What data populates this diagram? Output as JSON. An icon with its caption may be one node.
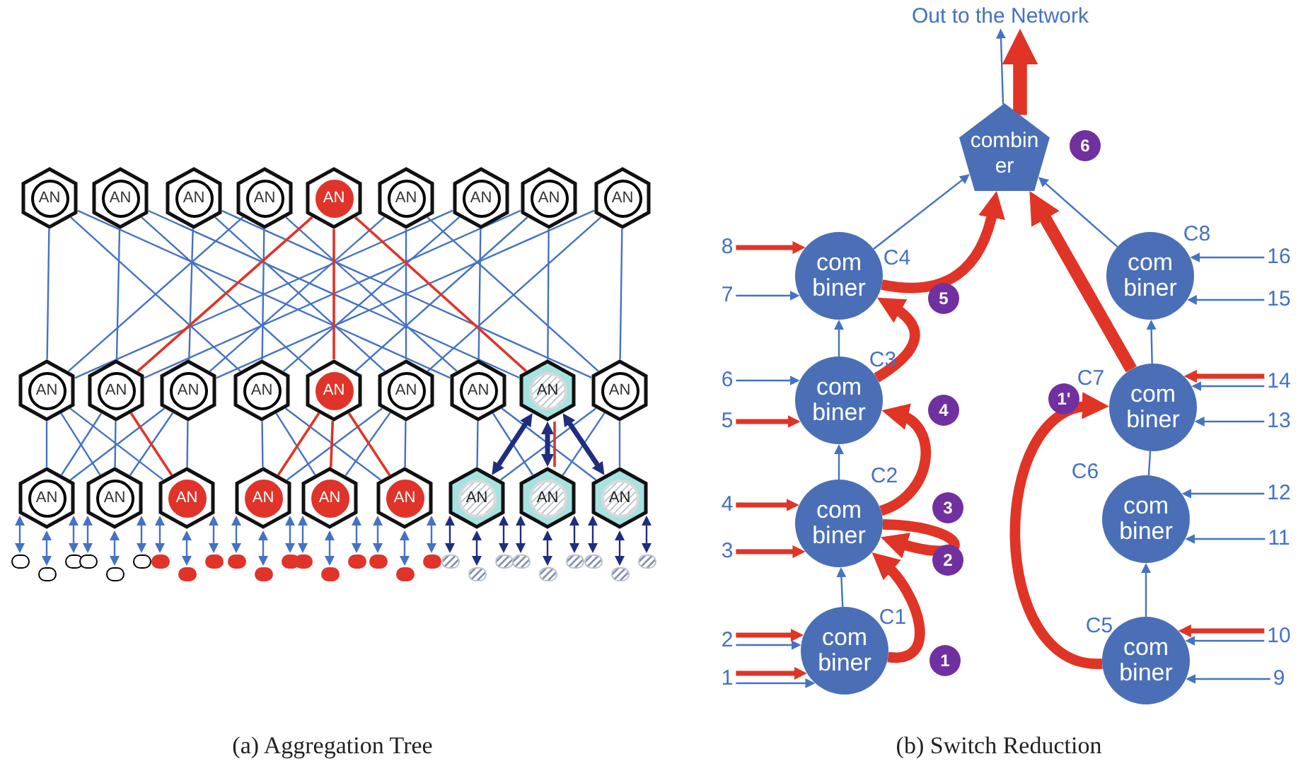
{
  "diagram": {
    "nodes": [
      {
        "text": [
          "AN"
        ]
      },
      {
        "text": [
          "AN"
        ]
      },
      {
        "text": [
          "AN"
        ]
      },
      {
        "text": [
          "AN"
        ]
      },
      {
        "text": [
          "AN"
        ]
      },
      {
        "text": [
          "AN"
        ]
      },
      {
        "text": [
          "AN"
        ]
      },
      {
        "text": [
          "AN"
        ]
      },
      {
        "text": [
          "AN"
        ]
      },
      {
        "text": [
          "AN"
        ]
      },
      {
        "text": [
          "AN"
        ]
      },
      {
        "text": [
          "AN"
        ]
      },
      {
        "text": [
          "AN"
        ]
      },
      {
        "text": [
          "AN"
        ]
      },
      {
        "text": [
          "AN"
        ]
      },
      {
        "text": [
          "AN"
        ]
      },
      {
        "text": [
          "AN"
        ]
      },
      {
        "text": [
          "AN"
        ]
      },
      {
        "text": [
          "AN"
        ]
      },
      {
        "text": [
          "AN"
        ]
      },
      {
        "text": [
          "AN"
        ]
      },
      {
        "text": [
          "AN"
        ]
      },
      {
        "text": [
          "AN"
        ]
      },
      {
        "text": [
          "AN"
        ]
      },
      {
        "text": [
          "AN"
        ]
      },
      {
        "text": [
          "AN"
        ]
      },
      {
        "text": [
          "AN"
        ]
      },
      {
        "text": [],
        "shape": "circle"
      },
      {
        "text": [],
        "shape": "circle"
      },
      {
        "text": [],
        "shape": "circle"
      },
      {
        "text": [],
        "shape": "circle"
      },
      {
        "text": [],
        "shape": "circle"
      },
      {
        "text": [],
        "shape": "circle"
      },
      {
        "text": [],
        "shape": "circle"
      },
      {
        "text": [],
        "shape": "circle"
      },
      {
        "text": [],
        "shape": "circle"
      },
      {
        "text": [],
        "shape": "circle"
      },
      {
        "text": [],
        "shape": "circle"
      },
      {
        "text": [],
        "shape": "circle"
      },
      {
        "text": [],
        "shape": "circle"
      },
      {
        "text": [],
        "shape": "circle"
      },
      {
        "text": [],
        "shape": "circle"
      },
      {
        "text": [],
        "shape": "circle"
      },
      {
        "text": [],
        "shape": "circle"
      },
      {
        "text": [],
        "shape": "circle"
      },
      {
        "text": [],
        "shape": "circle"
      },
      {
        "text": [],
        "shape": "circle"
      },
      {
        "text": [],
        "shape": "circle"
      },
      {
        "text": [],
        "shape": "circle"
      },
      {
        "text": [],
        "shape": "circle"
      },
      {
        "text": [],
        "shape": "circle"
      },
      {
        "text": [],
        "shape": "circle"
      },
      {
        "text": [],
        "shape": "circle"
      },
      {
        "text": [],
        "shape": "circle"
      },
      {
        "text": [
          "Out to the Network"
        ]
      },
      {
        "text": [
          "combin er"
        ]
      },
      {
        "text": [
          "com biner"
        ],
        "beside": [
          "C1"
        ]
      },
      {
        "text": [
          "com biner"
        ],
        "beside": [
          "C2"
        ]
      },
      {
        "text": [
          "com biner"
        ],
        "beside": [
          "C3"
        ]
      },
      {
        "text": [
          "com biner"
        ],
        "beside": [
          "C4"
        ]
      },
      {
        "text": [
          "com biner"
        ],
        "beside": [
          "C5"
        ]
      },
      {
        "text": [
          "com biner"
        ],
        "beside": [
          "C6"
        ]
      },
      {
        "text": [
          "com biner"
        ],
        "beside": [
          "C7"
        ]
      },
      {
        "text": [
          "com biner"
        ],
        "beside": [
          "C8"
        ]
      },
      {
        "text": [
          "1"
        ]
      },
      {
        "text": [
          "2"
        ]
      },
      {
        "text": [
          "3"
        ]
      },
      {
        "text": [
          "4"
        ]
      },
      {
        "text": [
          "5"
        ]
      },
      {
        "text": [
          "6"
        ]
      },
      {
        "text": [
          "7"
        ]
      },
      {
        "text": [
          "8"
        ]
      },
      {
        "text": [
          "9"
        ]
      },
      {
        "text": [
          "10"
        ]
      },
      {
        "text": [
          "11"
        ]
      },
      {
        "text": [
          "12"
        ]
      },
      {
        "text": [
          "13"
        ]
      },
      {
        "text": [
          "14"
        ]
      },
      {
        "text": [
          "15"
        ]
      },
      {
        "text": [
          "16"
        ]
      }
    ],
    "edges": [
      {
        "from": 0,
        "to": 9,
        "arrow": "none"
      },
      {
        "from": 0,
        "to": 12,
        "arrow": "none"
      },
      {
        "from": 0,
        "to": 15,
        "arrow": "none"
      },
      {
        "from": 1,
        "to": 10,
        "arrow": "none"
      },
      {
        "from": 1,
        "to": 13,
        "arrow": "none"
      },
      {
        "from": 1,
        "to": 16,
        "arrow": "none"
      },
      {
        "from": 2,
        "to": 11,
        "arrow": "none"
      },
      {
        "from": 2,
        "to": 14,
        "arrow": "none"
      },
      {
        "from": 2,
        "to": 17,
        "arrow": "none"
      },
      {
        "from": 3,
        "to": 9,
        "arrow": "none"
      },
      {
        "from": 3,
        "to": 12,
        "arrow": "none"
      },
      {
        "from": 3,
        "to": 15,
        "arrow": "none"
      },
      {
        "from": 4,
        "to": 10,
        "arrow": "none",
        "color": "#e03426"
      },
      {
        "from": 4,
        "to": 13,
        "arrow": "none",
        "color": "#e03426"
      },
      {
        "from": 4,
        "to": 16,
        "arrow": "none",
        "color": "#e03426"
      },
      {
        "from": 5,
        "to": 11,
        "arrow": "none"
      },
      {
        "from": 5,
        "to": 14,
        "arrow": "none"
      },
      {
        "from": 5,
        "to": 17,
        "arrow": "none"
      },
      {
        "from": 6,
        "to": 9,
        "arrow": "none"
      },
      {
        "from": 6,
        "to": 12,
        "arrow": "none"
      },
      {
        "from": 6,
        "to": 15,
        "arrow": "none"
      },
      {
        "from": 7,
        "to": 10,
        "arrow": "none"
      },
      {
        "from": 7,
        "to": 13,
        "arrow": "none"
      },
      {
        "from": 7,
        "to": 16,
        "arrow": "none"
      },
      {
        "from": 8,
        "to": 11,
        "arrow": "none"
      },
      {
        "from": 8,
        "to": 14,
        "arrow": "none"
      },
      {
        "from": 8,
        "to": 17,
        "arrow": "none"
      },
      {
        "from": 9,
        "to": 18,
        "arrow": "none"
      },
      {
        "from": 9,
        "to": 19,
        "arrow": "none"
      },
      {
        "from": 9,
        "to": 20,
        "arrow": "none"
      },
      {
        "from": 10,
        "to": 18,
        "arrow": "none"
      },
      {
        "from": 10,
        "to": 19,
        "arrow": "none"
      },
      {
        "from": 10,
        "to": 20,
        "arrow": "none",
        "color": "#e03426"
      },
      {
        "from": 11,
        "to": 18,
        "arrow": "none"
      },
      {
        "from": 11,
        "to": 19,
        "arrow": "none"
      },
      {
        "from": 11,
        "to": 20,
        "arrow": "none"
      },
      {
        "from": 12,
        "to": 21,
        "arrow": "none"
      },
      {
        "from": 12,
        "to": 22,
        "arrow": "none"
      },
      {
        "from": 12,
        "to": 23,
        "arrow": "none"
      },
      {
        "from": 13,
        "to": 21,
        "arrow": "none",
        "color": "#e03426"
      },
      {
        "from": 13,
        "to": 22,
        "arrow": "none",
        "color": "#e03426"
      },
      {
        "from": 13,
        "to": 23,
        "arrow": "none",
        "color": "#e03426"
      },
      {
        "from": 14,
        "to": 21,
        "arrow": "none"
      },
      {
        "from": 14,
        "to": 22,
        "arrow": "none"
      },
      {
        "from": 14,
        "to": 23,
        "arrow": "none"
      },
      {
        "from": 15,
        "to": 24,
        "arrow": "none"
      },
      {
        "from": 15,
        "to": 25,
        "arrow": "none"
      },
      {
        "from": 15,
        "to": 26,
        "arrow": "none"
      },
      {
        "from": 16,
        "to": 24,
        "arrow": "both",
        "style": "thick",
        "color": "#1f2d80"
      },
      {
        "from": 16,
        "to": 25,
        "arrow": "both",
        "style": "thick",
        "color": "#1f2d80"
      },
      {
        "from": 16,
        "to": 26,
        "arrow": "both",
        "style": "thick",
        "color": "#1f2d80"
      },
      {
        "from": 17,
        "to": 24,
        "arrow": "none"
      },
      {
        "from": 17,
        "to": 25,
        "arrow": "none"
      },
      {
        "from": 17,
        "to": 26,
        "arrow": "none"
      },
      {
        "from": 16,
        "to": 25,
        "arrow": "none",
        "color": "#e03426"
      },
      {
        "from": 18,
        "to": 27,
        "arrow": "both"
      },
      {
        "from": 18,
        "to": 28,
        "arrow": "both"
      },
      {
        "from": 18,
        "to": 29,
        "arrow": "both"
      },
      {
        "from": 19,
        "to": 30,
        "arrow": "both"
      },
      {
        "from": 19,
        "to": 31,
        "arrow": "both"
      },
      {
        "from": 19,
        "to": 32,
        "arrow": "both"
      },
      {
        "from": 20,
        "to": 33,
        "arrow": "both"
      },
      {
        "from": 20,
        "to": 34,
        "arrow": "both"
      },
      {
        "from": 20,
        "to": 35,
        "arrow": "both"
      },
      {
        "from": 21,
        "to": 36,
        "arrow": "both"
      },
      {
        "from": 21,
        "to": 37,
        "arrow": "both"
      },
      {
        "from": 21,
        "to": 38,
        "arrow": "both"
      },
      {
        "from": 22,
        "to": 39,
        "arrow": "both"
      },
      {
        "from": 22,
        "to": 40,
        "arrow": "both"
      },
      {
        "from": 22,
        "to": 41,
        "arrow": "both"
      },
      {
        "from": 23,
        "to": 42,
        "arrow": "both"
      },
      {
        "from": 23,
        "to": 43,
        "arrow": "both"
      },
      {
        "from": 23,
        "to": 44,
        "arrow": "both"
      },
      {
        "from": 24,
        "to": 45,
        "arrow": "both",
        "color": "#1f2d80"
      },
      {
        "from": 24,
        "to": 46,
        "arrow": "both",
        "color": "#1f2d80"
      },
      {
        "from": 24,
        "to": 47,
        "arrow": "both",
        "color": "#1f2d80"
      },
      {
        "from": 25,
        "to": 48,
        "arrow": "both",
        "color": "#1f2d80"
      },
      {
        "from": 25,
        "to": 49,
        "arrow": "both",
        "color": "#1f2d80"
      },
      {
        "from": 25,
        "to": 50,
        "arrow": "both",
        "color": "#1f2d80"
      },
      {
        "from": 26,
        "to": 51,
        "arrow": "both",
        "color": "#1f2d80"
      },
      {
        "from": 26,
        "to": 52,
        "arrow": "both",
        "color": "#1f2d80"
      },
      {
        "from": 26,
        "to": 53,
        "arrow": "both",
        "color": "#1f2d80"
      },
      {
        "from": 64,
        "to": 56,
        "arrow": "to"
      },
      {
        "from": 64,
        "to": 56,
        "arrow": "to",
        "style": "thick",
        "color": "#e03426"
      },
      {
        "from": 65,
        "to": 56,
        "arrow": "to"
      },
      {
        "from": 65,
        "to": 56,
        "arrow": "to",
        "style": "thick",
        "color": "#e03426"
      },
      {
        "from": 66,
        "to": 57,
        "arrow": "to",
        "style": "thick",
        "color": "#e03426"
      },
      {
        "from": 67,
        "to": 57,
        "arrow": "to",
        "style": "thick",
        "color": "#e03426"
      },
      {
        "from": 68,
        "to": 58,
        "arrow": "to",
        "style": "thick",
        "color": "#e03426"
      },
      {
        "from": 69,
        "to": 58,
        "arrow": "to"
      },
      {
        "from": 70,
        "to": 59,
        "arrow": "to"
      },
      {
        "from": 71,
        "to": 59,
        "arrow": "to",
        "style": "thick",
        "color": "#e03426"
      },
      {
        "from": 72,
        "to": 60,
        "arrow": "to"
      },
      {
        "from": 73,
        "to": 60,
        "arrow": "to"
      },
      {
        "from": 73,
        "to": 60,
        "arrow": "to",
        "style": "thick",
        "color": "#e03426"
      },
      {
        "from": 74,
        "to": 61,
        "arrow": "to"
      },
      {
        "from": 75,
        "to": 61,
        "arrow": "to"
      },
      {
        "from": 76,
        "to": 62,
        "arrow": "to"
      },
      {
        "from": 77,
        "to": 62,
        "arrow": "to"
      },
      {
        "from": 77,
        "to": 62,
        "arrow": "to",
        "style": "thick",
        "color": "#e03426"
      },
      {
        "from": 78,
        "to": 63,
        "arrow": "to"
      },
      {
        "from": 79,
        "to": 63,
        "arrow": "to"
      },
      {
        "from": 56,
        "to": 57,
        "arrow": "to"
      },
      {
        "from": 57,
        "to": 58,
        "arrow": "to"
      },
      {
        "from": 58,
        "to": 59,
        "arrow": "to"
      },
      {
        "from": 59,
        "to": 55,
        "arrow": "to"
      },
      {
        "from": 60,
        "to": 61,
        "arrow": "to"
      },
      {
        "from": 61,
        "to": 62,
        "arrow": "none"
      },
      {
        "from": 62,
        "to": 63,
        "arrow": "to"
      },
      {
        "from": 63,
        "to": 55,
        "arrow": "to"
      },
      {
        "from": 55,
        "to": 54,
        "arrow": "to"
      },
      {
        "from": 55,
        "to": 54,
        "arrow": "to",
        "style": "thick",
        "color": "#e03426"
      },
      {
        "from": 56,
        "to": 57,
        "arrow": "to",
        "style": "thick",
        "color": "#e03426"
      },
      {
        "from": 57,
        "to": 57,
        "arrow": "to",
        "style": "thick",
        "color": "#e03426"
      },
      {
        "from": 57,
        "to": 58,
        "arrow": "to",
        "style": "thick",
        "color": "#e03426"
      },
      {
        "from": 58,
        "to": 59,
        "arrow": "to",
        "style": "thick",
        "color": "#e03426"
      },
      {
        "from": 59,
        "to": 55,
        "arrow": "to",
        "style": "thick",
        "color": "#e03426"
      },
      {
        "from": 60,
        "to": 62,
        "arrow": "to",
        "style": "thick",
        "color": "#e03426"
      },
      {
        "from": 62,
        "to": 55,
        "arrow": "to",
        "style": "thick",
        "color": "#e03426"
      }
    ],
    "labels": [
      "6",
      "5",
      "4",
      "3",
      "2",
      "1'",
      "1",
      "(a) Aggregation Tree",
      "(b) Switch Reduction"
    ]
  }
}
